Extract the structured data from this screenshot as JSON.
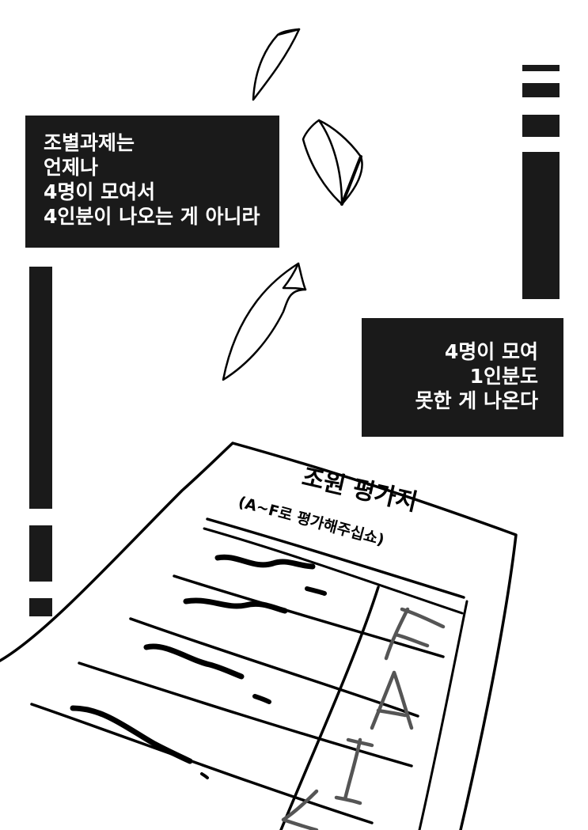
{
  "caption_left": {
    "lines": [
      "조별과제는",
      "언제나",
      "4명이 모여서",
      "4인분이 나오는 게 아니라"
    ]
  },
  "caption_right": {
    "lines": [
      "4명이 모여",
      "1인분도",
      "못한 게 나온다"
    ]
  },
  "evaluation_form": {
    "title": "조원 평가지",
    "subtitle": "(A~F로 평가해주십쇼)",
    "handwritten_grades": [
      "F",
      "A",
      "I",
      "L"
    ]
  },
  "colors": {
    "background": "#ffffff",
    "caption_box": "#1a1a1a",
    "ink": "#000000",
    "pencil": "#555555"
  }
}
